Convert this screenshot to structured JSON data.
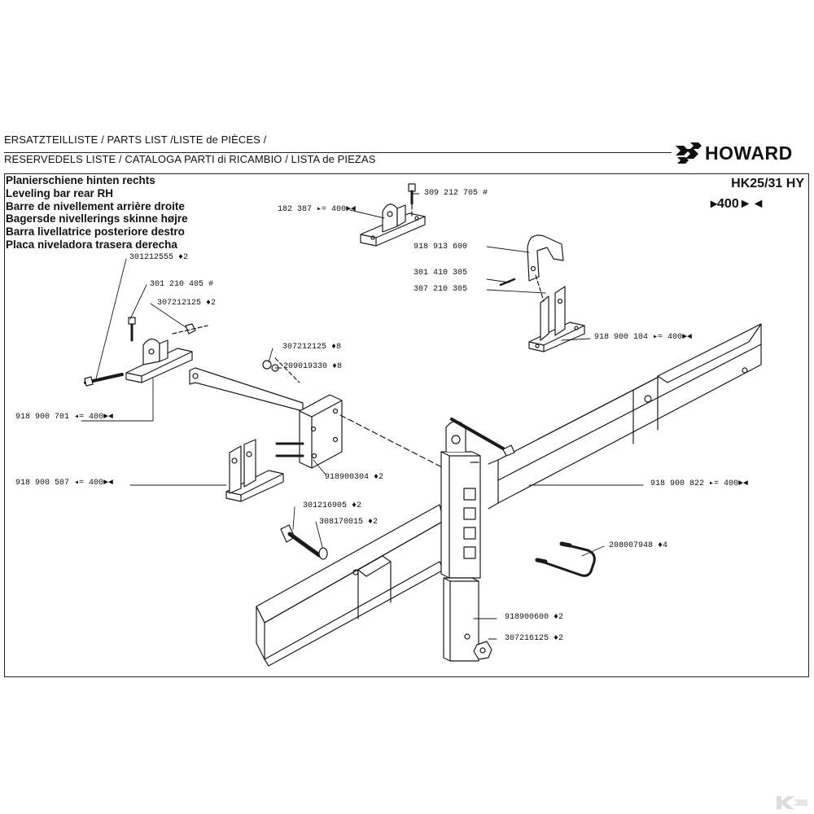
{
  "header": {
    "line1": "ERSATZTEILLISTE / PARTS LIST /LISTE de PIÈCES /",
    "line2": "RESERVEDELS LISTE / CATALOGA PARTI di RICAMBIO / LISTA de PIEZAS"
  },
  "brand": {
    "name": "HOWARD",
    "color": "#111111"
  },
  "titles": [
    "Planierschiene hinten rechts",
    "Leveling bar rear RH",
    "Barre de nivellement arrière droite",
    "Bagersde nivellerings skinne højre",
    "Barra livellatrice posteriore destro",
    "Placa niveladora trasera derecha"
  ],
  "model": {
    "name": "HK25/31 HY",
    "range": "▸400►◄"
  },
  "labels": {
    "p309212705": "309 212 705 #",
    "p182387": "182 387 ▸= 400►◄",
    "p918913600": "918 913 600",
    "p301410305": "301 410 305",
    "p307210305": "307 210 305",
    "p918900104": "918 900 104 ▸= 400►◄",
    "p301212555": "301212555 ♦2",
    "p301210405": "301 210 405 #",
    "p307212125a": "307212125 ♦2",
    "p307212125b": "307212125 ♦8",
    "p209019330": "209019330 ♦8",
    "p918900701": "918 900 701 ◂= 400►◄",
    "p918900304": "918900304 ♦2",
    "p918900507": "918 900 507 ◂= 400►◄",
    "p918900822": "918 900 822 ▸= 400►◄",
    "p301216905": "301216905 ♦2",
    "p308170015": "308170015 ♦2",
    "p208007948": "208007948 ♦4",
    "p918900600": "918900600 ♦2",
    "p307216125": "307216125 ♦2"
  },
  "watermark": {
    "name": "k-logo-watermark",
    "color": "#dcdcdc"
  }
}
